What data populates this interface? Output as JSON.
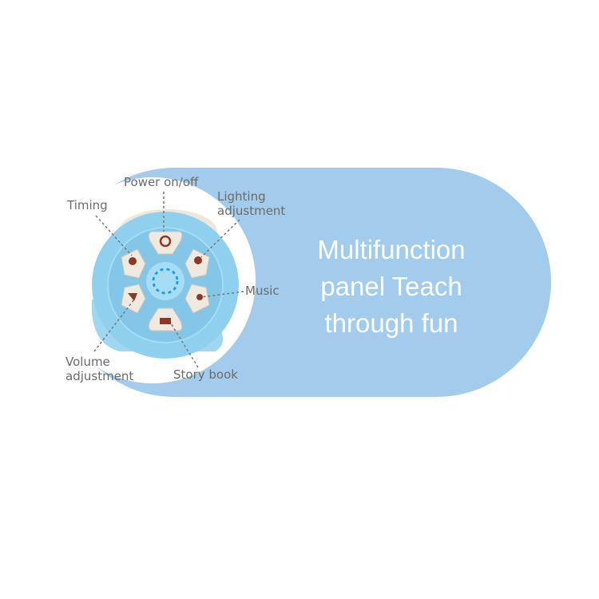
{
  "colors": {
    "panel": "#a3ccec",
    "device": "#8fd0ef",
    "button": "#efe9df",
    "icon": "#8b3a2a",
    "label": "#6b6b6b"
  },
  "labels": {
    "power": "Power on/off",
    "timing": "Timing",
    "lighting_1": "Lighting",
    "lighting_2": "adjustment",
    "music": "Music",
    "volume_1": "Volume",
    "volume_2": "adjustment",
    "story": "Story book"
  },
  "headline": [
    "Multifunction",
    "panel Teach",
    "through fun"
  ]
}
